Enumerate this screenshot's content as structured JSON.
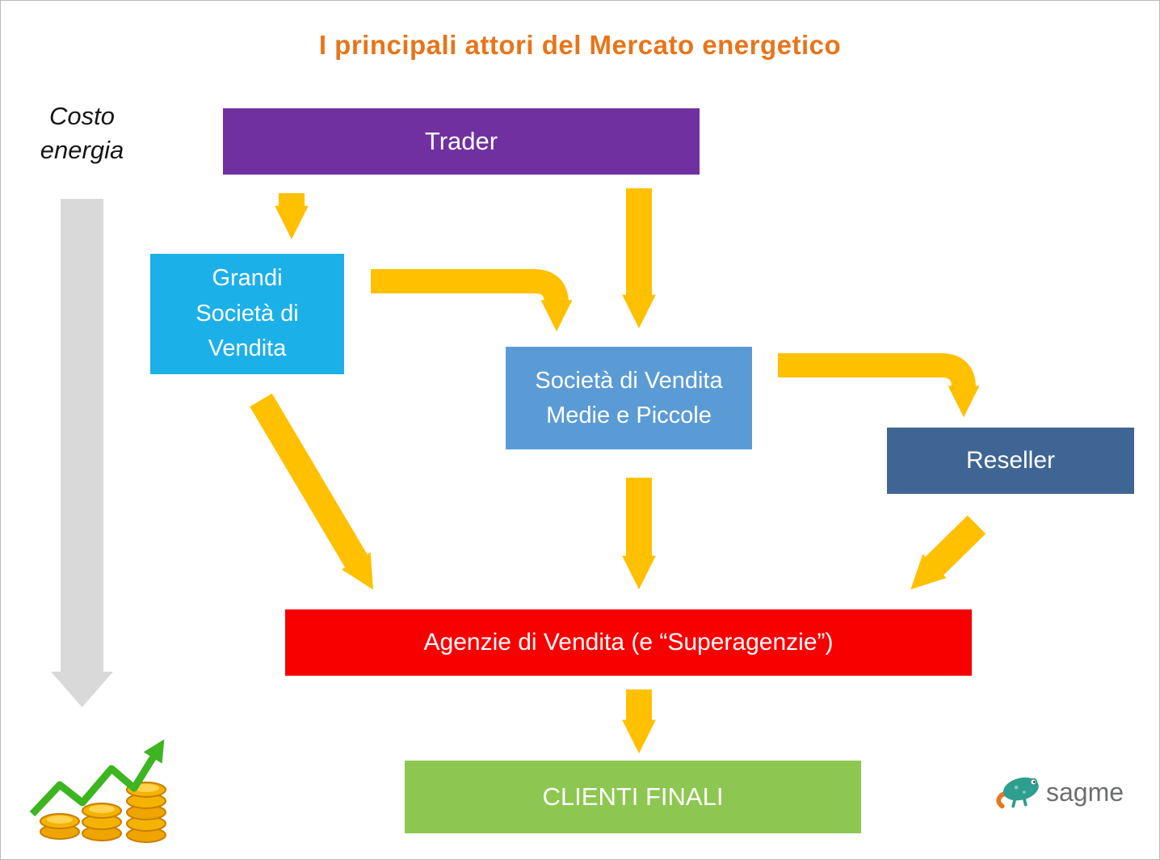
{
  "title": {
    "text": "I principali attori del Mercato energetico",
    "color": "#E8751A"
  },
  "cost_label": {
    "line1": "Costo",
    "line2": "energia"
  },
  "nodes": {
    "trader": {
      "label": "Trader",
      "color": "#7030A0"
    },
    "grandi_societa": {
      "label": "Grandi\nSocietà di\nVendita",
      "color": "#1CB0E8"
    },
    "societa_medie": {
      "label": "Società di Vendita\nMedie e Piccole",
      "color": "#5B9BD5"
    },
    "reseller": {
      "label": "Reseller",
      "color": "#3E6593"
    },
    "agenzie": {
      "label": "Agenzie di Vendita (e “Superagenzie”)",
      "color": "#F90000"
    },
    "clienti_finali": {
      "label": "CLIENTI FINALI",
      "color": "#8DC751"
    }
  },
  "connectors": {
    "flow_color": "#FFC000",
    "cost_arrow_color": "#D9D9D9",
    "list": [
      "trader-to-grandi-societa",
      "trader-to-societa-medie",
      "grandi-societa-to-societa-medie",
      "societa-medie-to-reseller",
      "grandi-societa-to-agenzie",
      "societa-medie-to-agenzie",
      "reseller-to-agenzie",
      "agenzie-to-clienti-finali"
    ]
  },
  "icons": {
    "coins_growth": "coins-growth-icon",
    "logo_mark": "chameleon-logo-icon"
  },
  "logo": {
    "text": "sagme"
  }
}
